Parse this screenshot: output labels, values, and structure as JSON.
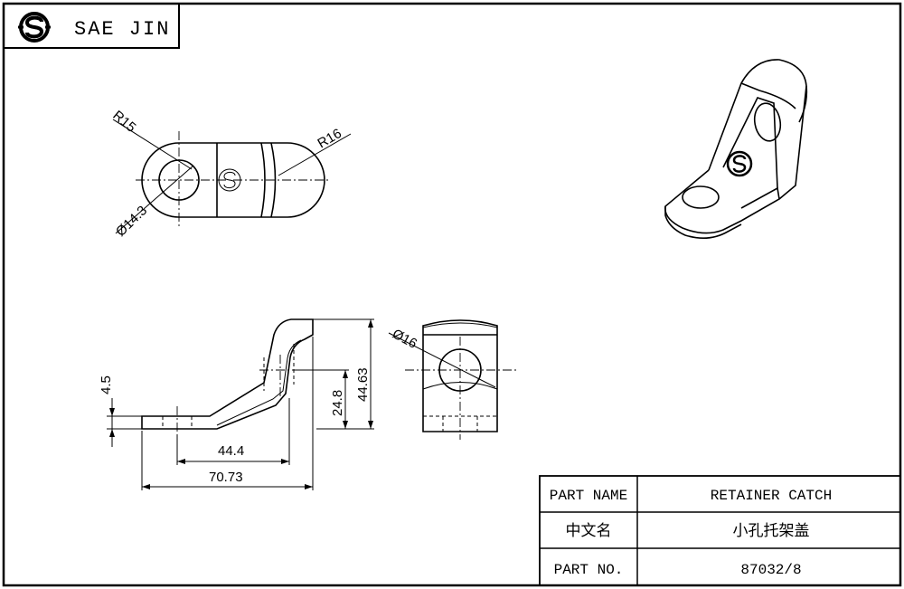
{
  "header": {
    "brand_name": "SAE JIN",
    "logo_icon": "sae-jin-logo-icon"
  },
  "top_view": {
    "radius_left": "R15",
    "radius_right": "R16",
    "hole_diameter": "Ø14.3"
  },
  "side_view": {
    "thickness": "4.5",
    "hole_center_height": "24.8",
    "overall_height": "44.63",
    "hole_offset": "44.4",
    "overall_length": "70.73"
  },
  "front_view": {
    "hole_diameter": "Ø16"
  },
  "title_block": {
    "rows": [
      {
        "label": "PART NAME",
        "value": "RETAINER CATCH"
      },
      {
        "label": "中文名",
        "value": "小孔托架盖"
      },
      {
        "label": "PART NO.",
        "value": "87032/8"
      }
    ]
  },
  "colors": {
    "line": "#000000",
    "background": "#ffffff"
  }
}
